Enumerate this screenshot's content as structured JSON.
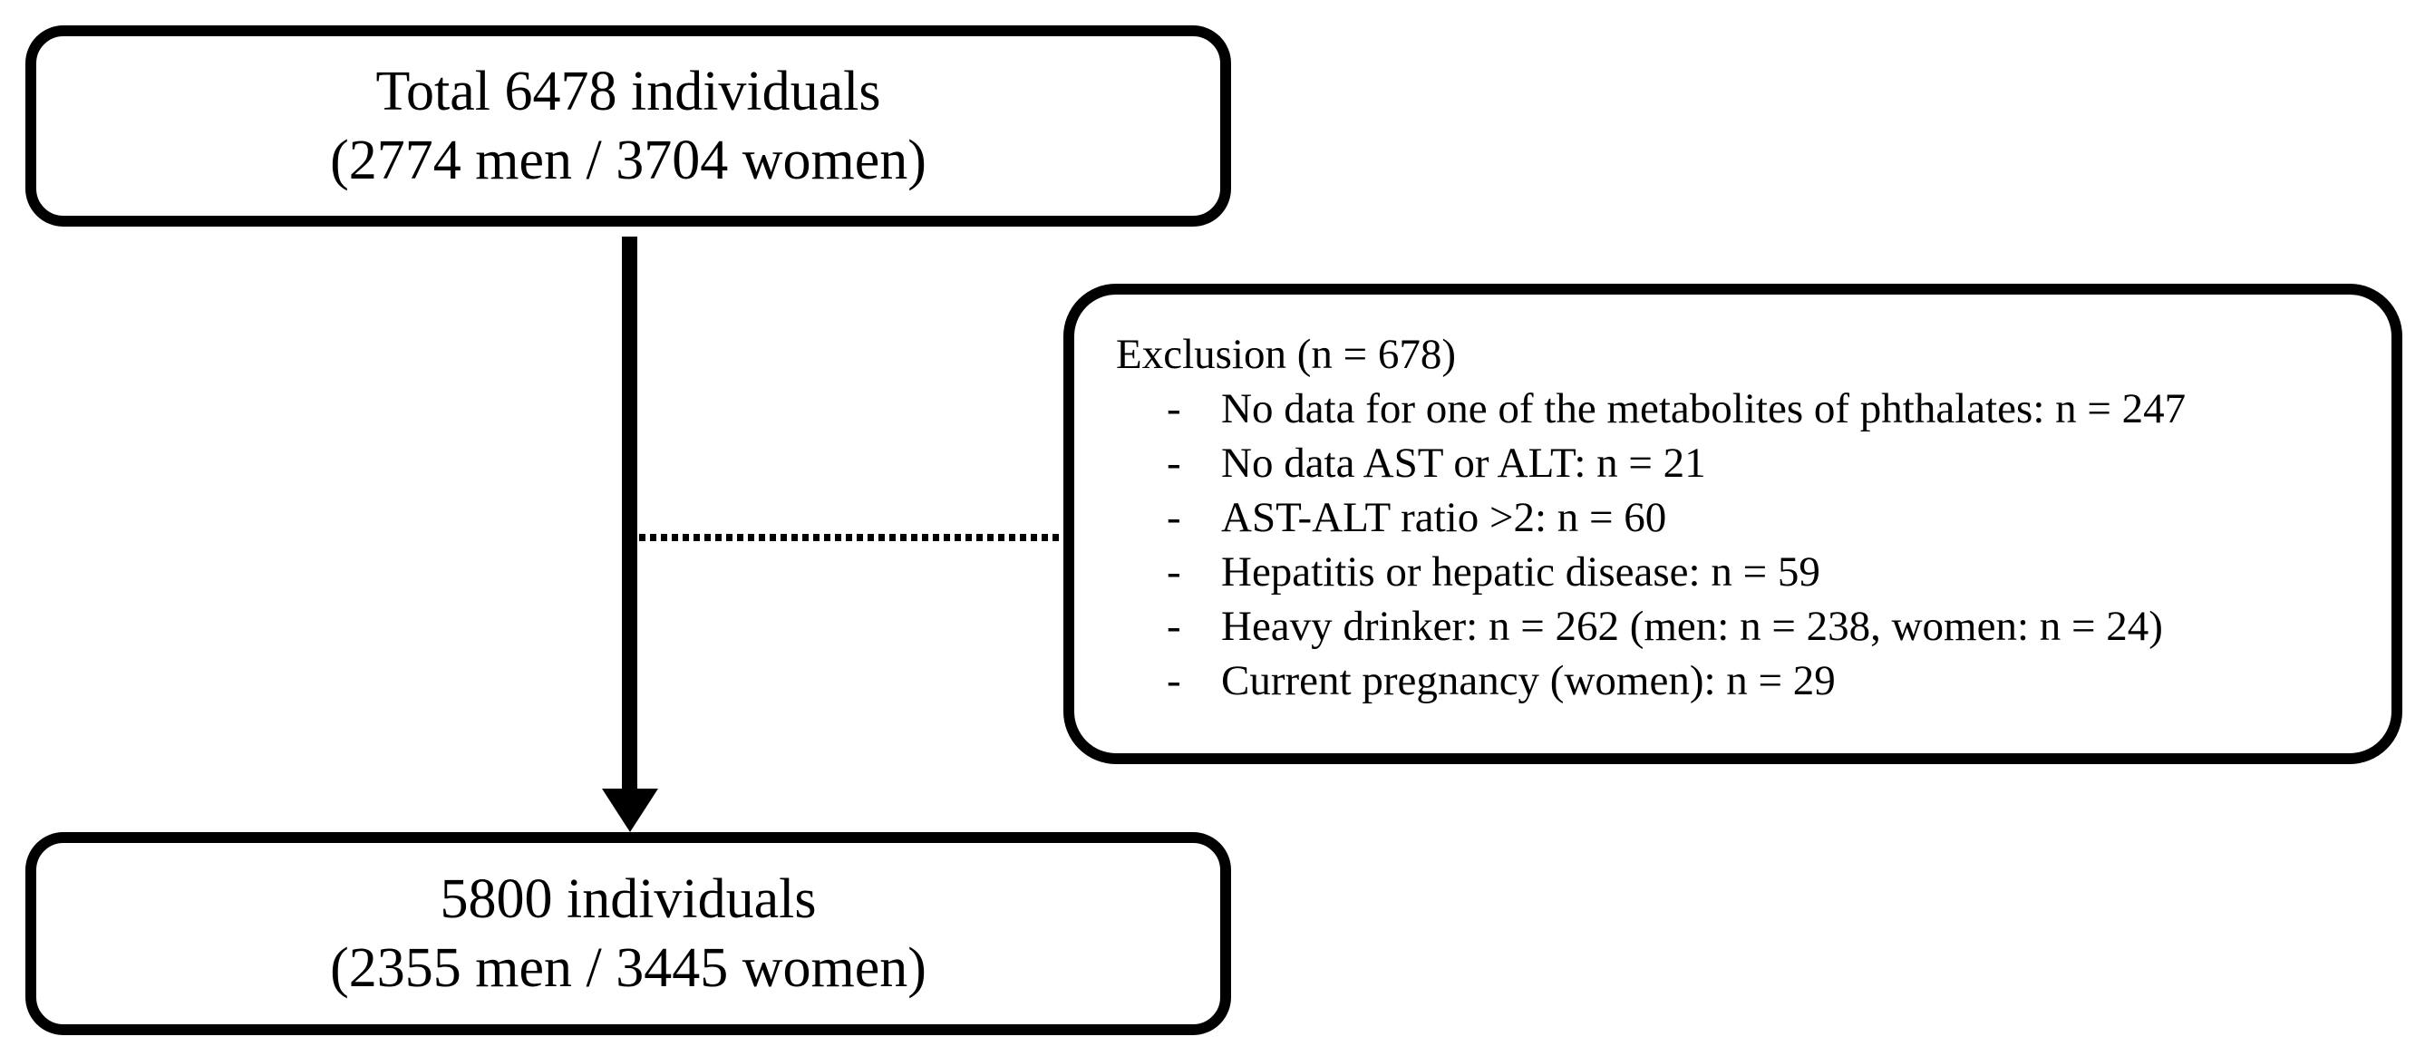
{
  "diagram": {
    "top_box": {
      "line1": "Total 6478 individuals",
      "line2": "(2774 men / 3704 women)"
    },
    "exclusion_box": {
      "title": "Exclusion (n = 678)",
      "bullet": "-",
      "items": [
        "No data for one of the metabolites of phthalates: n = 247",
        "No data AST or ALT: n = 21",
        "AST-ALT ratio >2: n = 60",
        "Hepatitis or hepatic disease: n = 59",
        "Heavy drinker: n = 262 (men: n = 238, women: n = 24)",
        "Current pregnancy (women): n = 29"
      ]
    },
    "final_box": {
      "line1": "5800 individuals",
      "line2": "(2355 men / 3445 women)"
    },
    "colors": {
      "ink": "#000000",
      "background": "#ffffff"
    }
  }
}
